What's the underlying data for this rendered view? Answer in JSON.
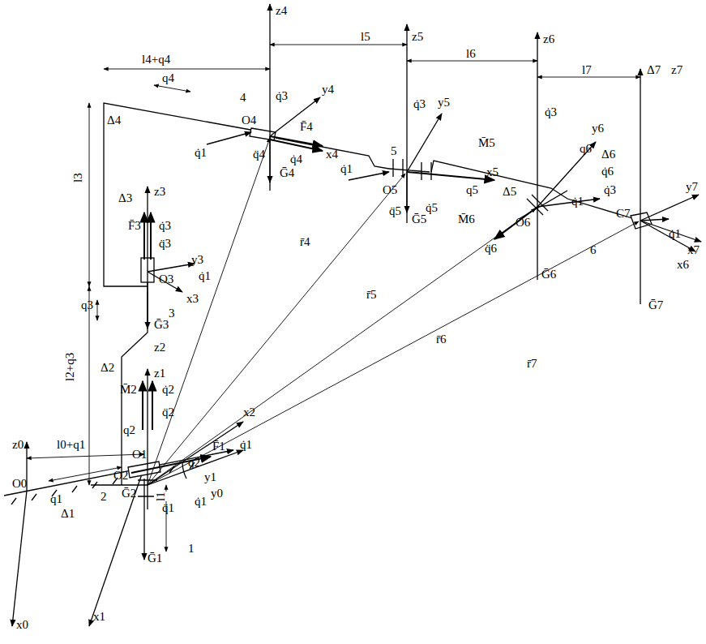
{
  "diagram": {
    "labels": [
      "z4",
      "l4+q4",
      "l5",
      "z5",
      "z6",
      "l6",
      "l7",
      "Δ7",
      "z7",
      "q4",
      "y4",
      "q̇3",
      "y5",
      "q̇3",
      "y6",
      "q6",
      "Δ6",
      "4",
      "O4",
      "Δ4",
      "l3",
      "q̇1",
      "F̄4",
      "q̈4",
      "q̇4",
      "x4",
      "5",
      "M̄5",
      "q̇1",
      "q5",
      "x5",
      "Δ5",
      "q̇6",
      "q̇3",
      "q̇3",
      "Ḡ4",
      "O5",
      "q̇5",
      "q̈5",
      "Ḡ5",
      "M̄6",
      "O6",
      "q̈6",
      "6",
      "Ḡ6",
      "C7",
      "q̇1",
      "y7",
      "x7",
      "x6",
      "Ḡ7",
      "q̇1",
      "z3",
      "Δ3",
      "F̄3",
      "q̇3",
      "q̈3",
      "y3",
      "O3",
      "q̇1",
      "q3",
      "x3",
      "3",
      "Ḡ3",
      "r̄4",
      "r̄5",
      "r̄6",
      "r̄7",
      "z2",
      "Δ2",
      "l2+q3",
      "z1",
      "q̇2",
      "M̄2",
      "q̈2",
      "q2",
      "x2",
      "q2",
      "q̇1",
      "O2",
      "2",
      "l1",
      "Ḡ2",
      "z0",
      "l0+q1",
      "O1",
      "O0",
      "y1",
      "F̄1",
      "q1",
      "y0",
      "Δ1",
      "q̈1",
      "q̇1",
      "1",
      "Ḡ1",
      "x1",
      "x0"
    ]
  }
}
